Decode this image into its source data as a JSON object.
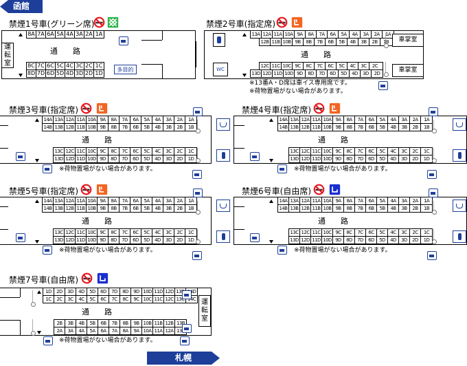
{
  "header": {
    "origin": "函館",
    "destination": "札幌"
  },
  "common": {
    "aisle": "通路",
    "bag_note": "※荷物置場がない場合があります。"
  },
  "car1": {
    "title": "禁煙1号車(グリーン席)",
    "top": [
      "8A",
      "7A",
      "6A",
      "5A",
      "4A",
      "3A",
      "2A",
      "1A"
    ],
    "bot1": [
      "8C",
      "7C",
      "6C",
      "5C",
      "4C",
      "3C",
      "2C",
      "1C"
    ],
    "bot2": [
      "8D",
      "7D",
      "6D",
      "5D",
      "4D",
      "3D",
      "2D",
      "1D"
    ],
    "cab": "運転室",
    "multi": "多目的"
  },
  "car2": {
    "title": "禁煙2号車(指定席)",
    "top1": [
      "13A",
      "12A",
      "11A",
      "10A",
      "9A",
      "8A",
      "7A",
      "6A",
      "5A",
      "4A",
      "3A",
      "2A",
      "1A"
    ],
    "top2": [
      "12B",
      "11B",
      "10B",
      "9B",
      "8B",
      "7B",
      "6B",
      "5B",
      "4B",
      "3B",
      "2B",
      "1B"
    ],
    "bot1": [
      "12C",
      "11C",
      "10C",
      "9C",
      "8C",
      "7C",
      "6C",
      "5C",
      "4C",
      "3C",
      "2C"
    ],
    "bot2": [
      "13D",
      "12D",
      "11D",
      "10D",
      "9D",
      "8D",
      "7D",
      "6D",
      "5D",
      "4D",
      "3D",
      "2D"
    ],
    "crew1": "車掌室",
    "crew2": "車掌室",
    "note1": "※13番A・D席は車イス専用席です。"
  },
  "car3": {
    "title": "禁煙3号車(指定席)"
  },
  "car4": {
    "title": "禁煙4号車(指定席)"
  },
  "car5": {
    "title": "禁煙5号車(指定席)"
  },
  "car6": {
    "title": "禁煙6号車(自由席)"
  },
  "std": {
    "top1": [
      "14A",
      "13A",
      "12A",
      "11A",
      "10A",
      "9A",
      "8A",
      "7A",
      "6A",
      "5A",
      "4A",
      "3A",
      "2A",
      "1A"
    ],
    "top2": [
      "14B",
      "13B",
      "12B",
      "11B",
      "10B",
      "9B",
      "8B",
      "7B",
      "6B",
      "5B",
      "4B",
      "3B",
      "2B",
      "1B"
    ],
    "bot1": [
      "13C",
      "12C",
      "11C",
      "10C",
      "9C",
      "8C",
      "7C",
      "6C",
      "5C",
      "4C",
      "3C",
      "2C",
      "1C"
    ],
    "bot2": [
      "13D",
      "12D",
      "11D",
      "10D",
      "9D",
      "8D",
      "7D",
      "6D",
      "5D",
      "4D",
      "3D",
      "2D",
      "1D"
    ]
  },
  "car7": {
    "title": "禁煙7号車(自由席)",
    "top1": [
      "1D",
      "2D",
      "3D",
      "4D",
      "5D",
      "6D",
      "7D",
      "8D",
      "9D",
      "10D",
      "11D",
      "12D",
      "13D",
      "14D"
    ],
    "top2": [
      "1C",
      "2C",
      "3C",
      "4C",
      "5C",
      "6C",
      "7C",
      "8C",
      "9C",
      "10C",
      "11C",
      "12C",
      "13C",
      "14C"
    ],
    "bot1": [
      "2B",
      "3B",
      "4B",
      "5B",
      "6B",
      "7B",
      "8B",
      "9B",
      "10B",
      "11B",
      "12B",
      "13B"
    ],
    "bot2": [
      "2A",
      "3A",
      "4A",
      "5A",
      "6A",
      "7A",
      "8A",
      "9A",
      "10A",
      "11A",
      "12A",
      "13A"
    ],
    "cab": "運転室"
  },
  "colors": {
    "navy": "#1d3f9a",
    "no_smoking": "#e8141c",
    "reserved": "#f26522",
    "green": "#2db34a",
    "blue": "#1a2fd0"
  }
}
